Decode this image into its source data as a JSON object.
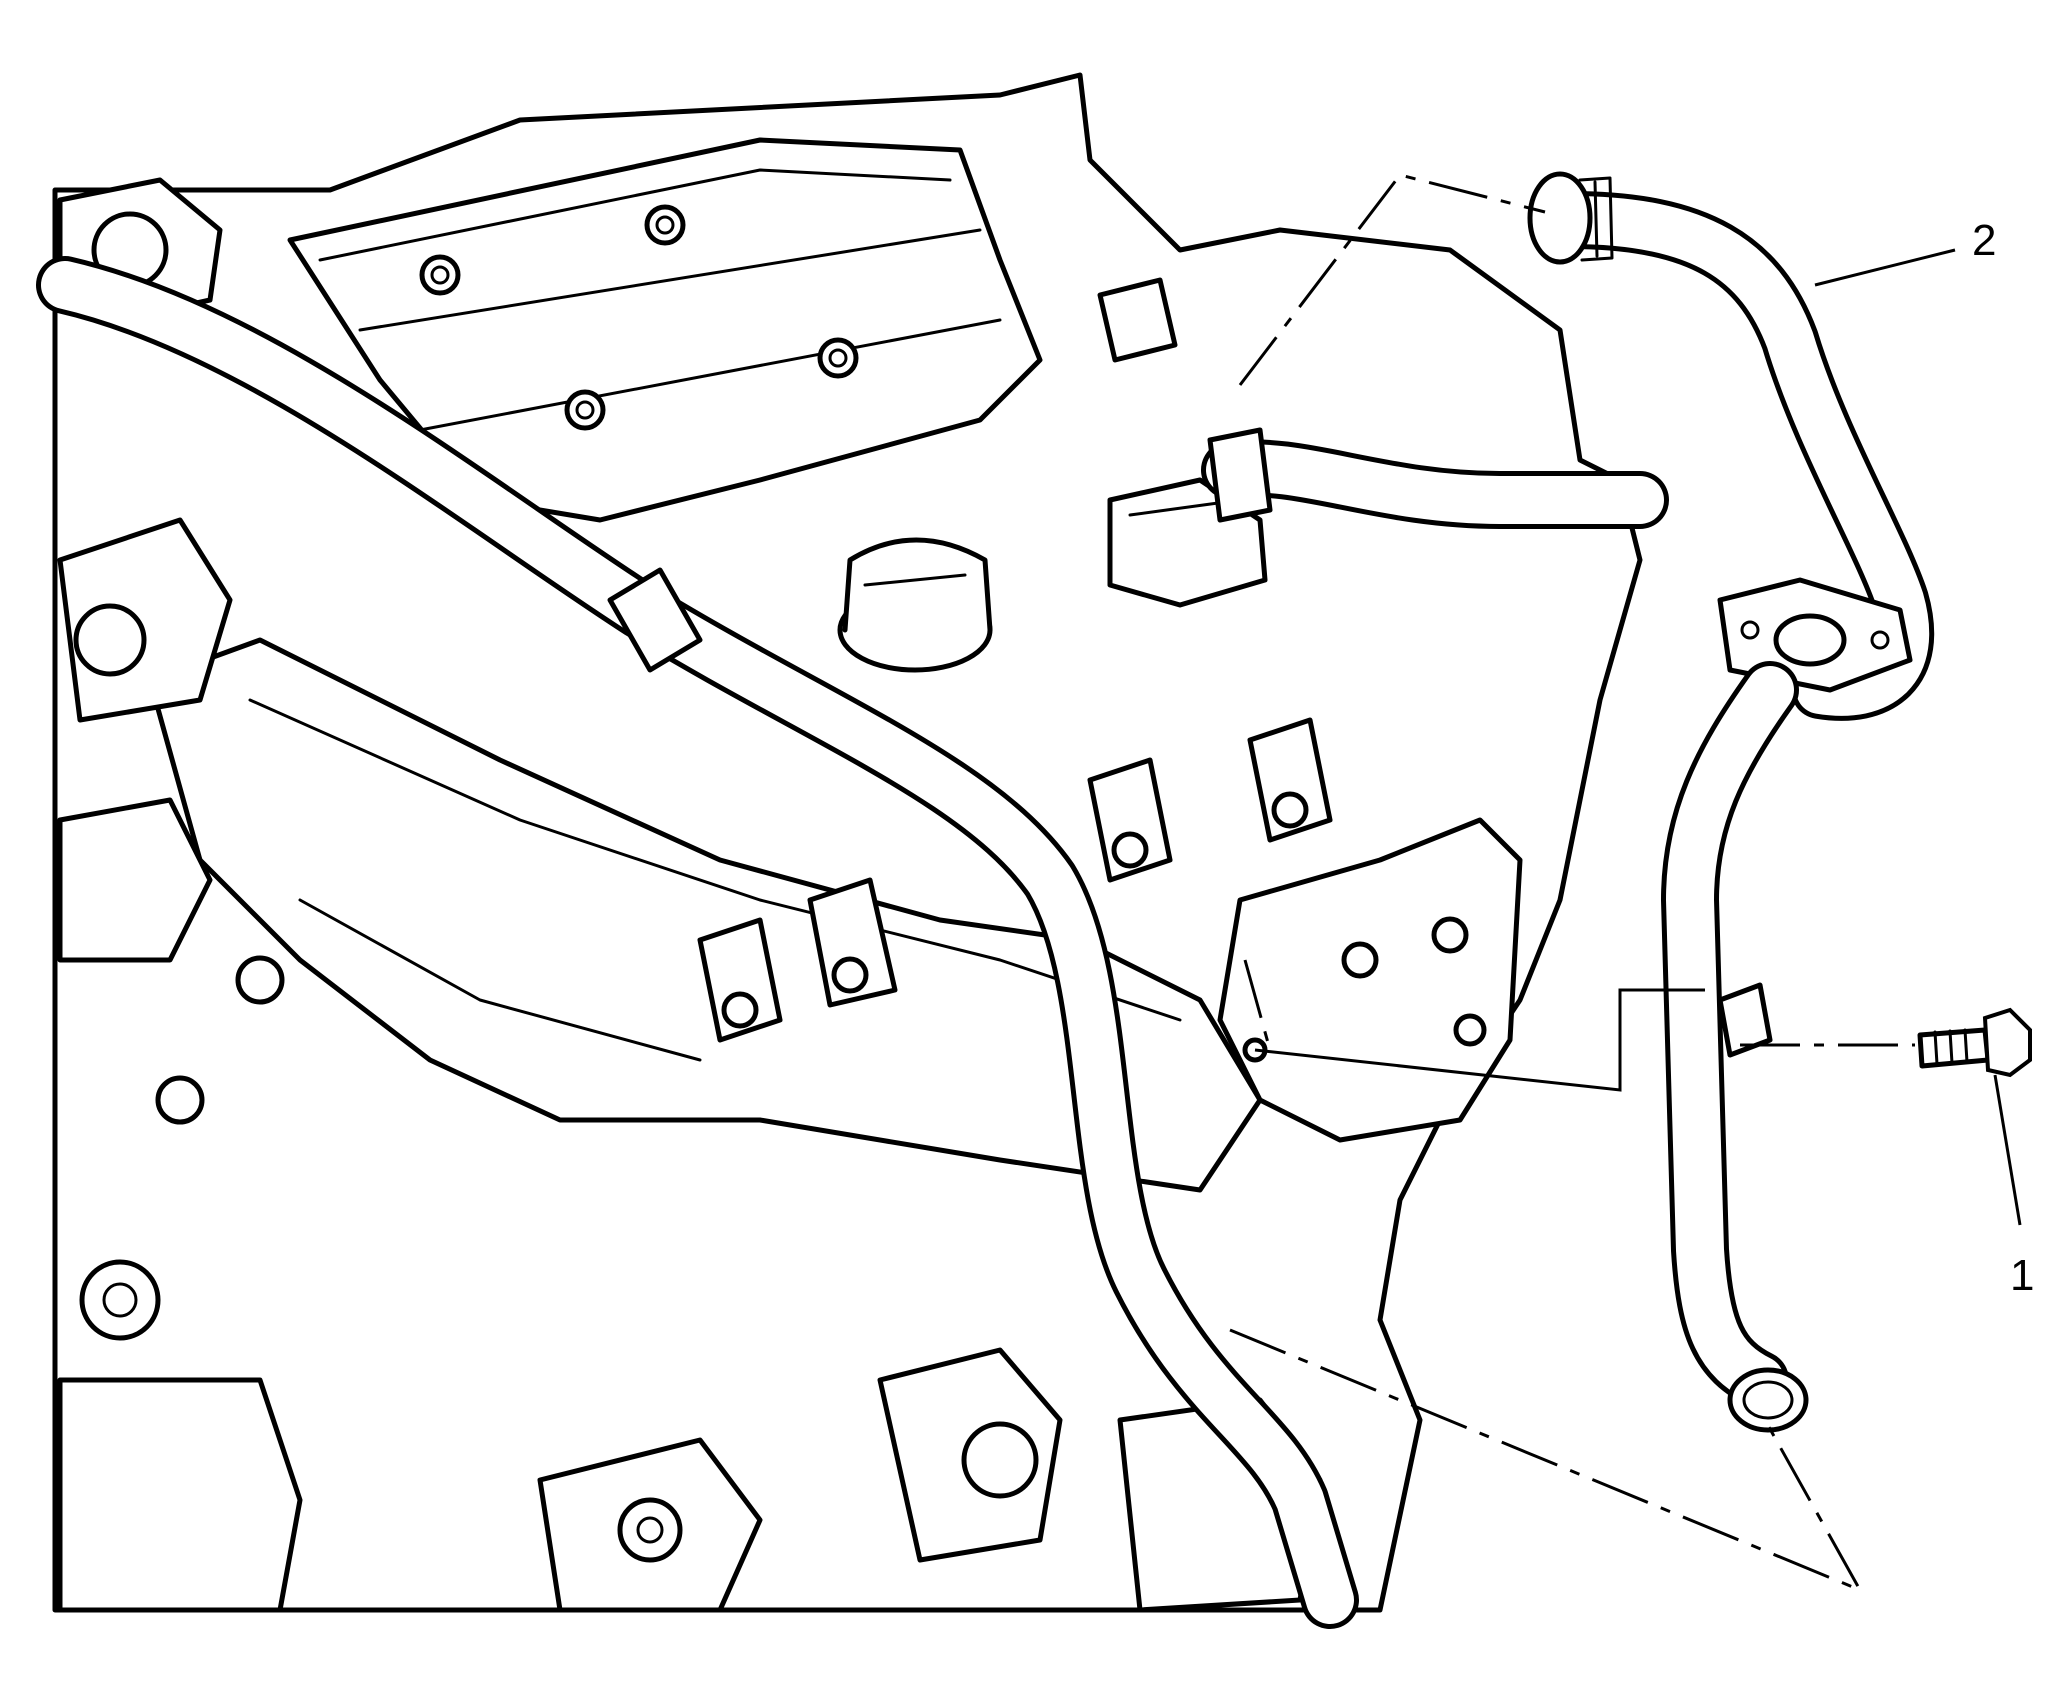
{
  "callouts": [
    {
      "id": "1",
      "label": "1",
      "part": "bolt"
    },
    {
      "id": "2",
      "label": "2",
      "part": "pipe"
    }
  ],
  "colors": {
    "ink": "#000000",
    "paper": "#ffffff"
  }
}
